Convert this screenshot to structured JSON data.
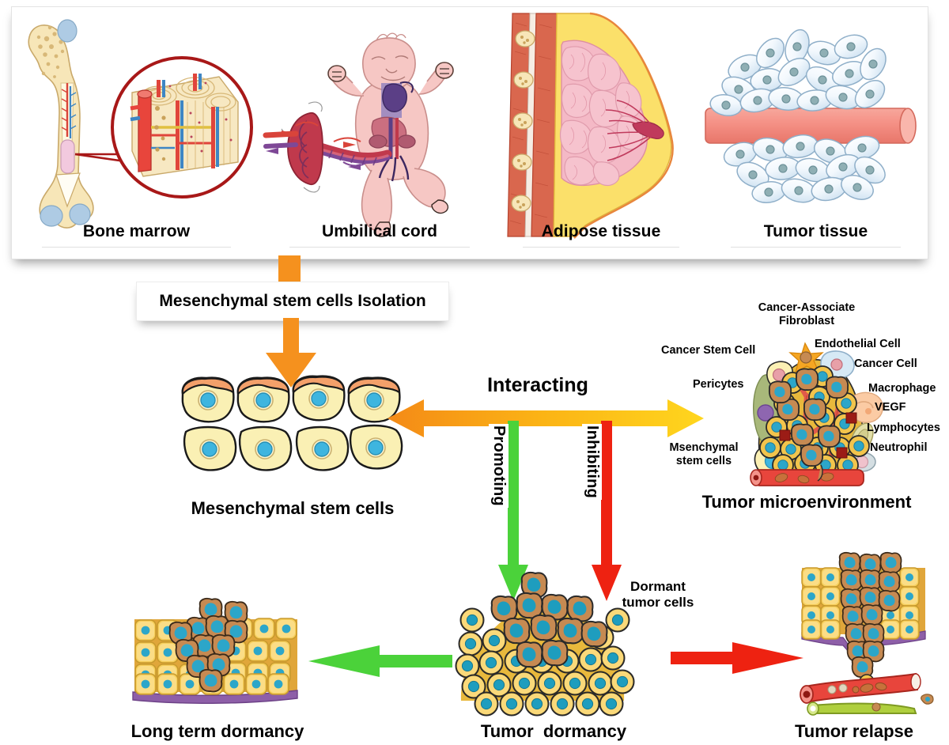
{
  "figure": {
    "title_implicit": "Mesenchymal stem cells and tumor dormancy schematic"
  },
  "colors": {
    "orange_arrow": "#F5911E",
    "orange_gradient_end": "#FFD21E",
    "green_arrow": "#4BD23A",
    "red_arrow": "#EE2211",
    "msc_cell_body": "#FAF0B4",
    "msc_cell_cap": "#F3A06A",
    "tumor_cell_yellow": "#FAC94B",
    "tumor_nucleus_teal": "#1E9DBE",
    "dormant_cell_brown": "#C68A52",
    "basement_membrane_purple": "#8E5FA8",
    "vessel_red": "#E8453C",
    "lymph_vessel_green": "#AFCF3E",
    "panel_background": "#FFFFFF"
  },
  "source_panel": {
    "items": [
      {
        "key": "bone-marrow",
        "label": "Bone marrow"
      },
      {
        "key": "umbilical-cord",
        "label": "Umbilical cord"
      },
      {
        "key": "adipose-tissue",
        "label": "Adipose tissue"
      },
      {
        "key": "tumor-tissue",
        "label": "Tumor tissue"
      }
    ]
  },
  "isolation": {
    "label": "Mesenchymal stem cells Isolation"
  },
  "msc": {
    "caption": "Mesenchymal stem cells"
  },
  "interaction": {
    "horizontal_label": "Interacting",
    "promoting_label": "Promoting",
    "inhibiting_label": "Inhibiting"
  },
  "tme": {
    "caption": "Tumor microenvironment",
    "labels": [
      {
        "key": "cancer-associate-fibroblast",
        "text": "Cancer-Associate\nFibroblast"
      },
      {
        "key": "cancer-stem-cell",
        "text": "Cancer Stem Cell"
      },
      {
        "key": "endothelial-cell",
        "text": "Endothelial Cell"
      },
      {
        "key": "cancer-cell",
        "text": "Cancer Cell"
      },
      {
        "key": "pericytes",
        "text": "Pericytes"
      },
      {
        "key": "macrophage",
        "text": "Macrophage"
      },
      {
        "key": "vegf",
        "text": "VEGF"
      },
      {
        "key": "lymphocytes",
        "text": "Lymphocytes"
      },
      {
        "key": "neutrophil",
        "text": "Neutrophil"
      },
      {
        "key": "mesenchymal-stem-cells",
        "text": "Msenchymal\nstem cells"
      }
    ]
  },
  "dormancy": {
    "caption": "Tumor  dormancy",
    "annotation": "Dormant\ntumor cells"
  },
  "long_term": {
    "caption": "Long term dormancy"
  },
  "relapse": {
    "caption": "Tumor relapse"
  }
}
